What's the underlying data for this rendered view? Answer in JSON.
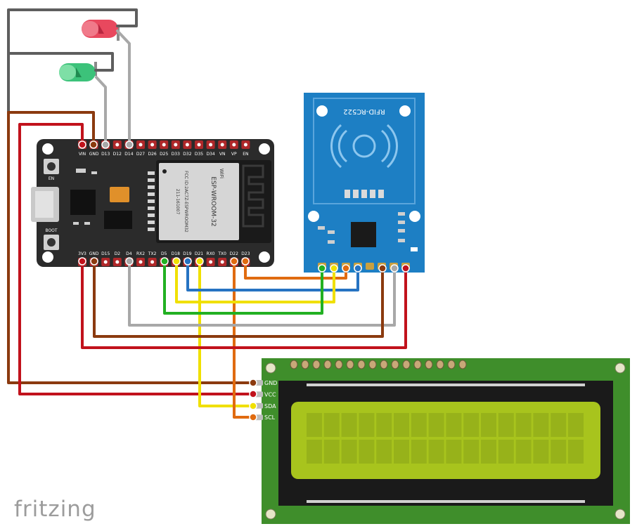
{
  "app": {
    "watermark": "fritzing"
  },
  "esp32": {
    "top_pins": [
      "VIN",
      "GND",
      "D13",
      "D12",
      "D14",
      "D27",
      "D26",
      "D25",
      "D33",
      "D32",
      "D35",
      "D34",
      "VN",
      "VP",
      "EN"
    ],
    "bottom_pins": [
      "3V3",
      "GND",
      "D15",
      "D2",
      "D4",
      "RX2",
      "TX2",
      "D5",
      "D18",
      "D19",
      "D21",
      "RX0",
      "TX0",
      "D22",
      "D23"
    ],
    "en_label": "EN",
    "boot_label": "BOOT",
    "module_text": "ESP-WROOM-32",
    "fcc_text": "FCC ID:2AC7Z-ESPWROOM32",
    "cert_text": "211-161007",
    "wifi_text": "WiFi"
  },
  "rfid": {
    "label": "RFID-RC522"
  },
  "lcd": {
    "pins": [
      "GND",
      "VCC",
      "SDA",
      "SCL"
    ]
  },
  "colors": {
    "board": "#2b2b2b",
    "rfid": "#1d7fc4",
    "lcd_pcb": "#3f8e2b",
    "lcd_screen": "#a8c41d",
    "wire_red": "#c1121c",
    "wire_brown": "#8b3a0f",
    "wire_grey": "#a8a8a8",
    "wire_green": "#22b022",
    "wire_yellow": "#f0e000",
    "wire_blue": "#2673c2",
    "wire_orange": "#e06b10",
    "led_red": "#e8485e",
    "led_green": "#3cc27a"
  }
}
